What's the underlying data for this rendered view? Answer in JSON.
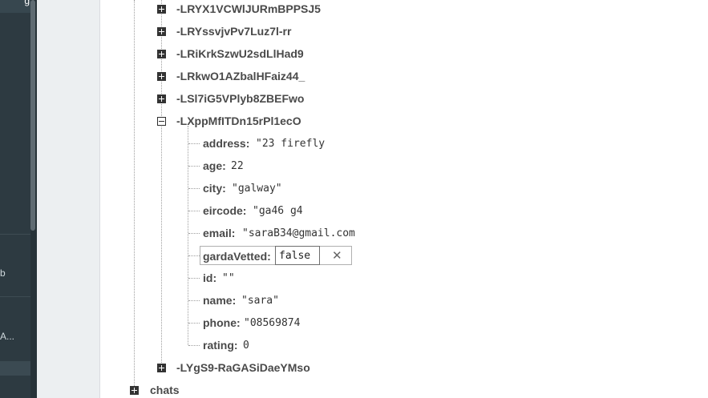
{
  "sidebar": {
    "items": [
      {
        "label": "b"
      },
      {
        "label": "A..."
      }
    ]
  },
  "tree": {
    "siblings_above": [
      "-LRYX1VCWlJURmBPPSJ5",
      "-LRYssvjvPv7Luz7l-rr",
      "-LRiKrkSzwU2sdLlHad9",
      "-LRkwO1AZbalHFaiz44_",
      "-LSl7iG5VPlyb8ZBEFwo"
    ],
    "expanded": {
      "key": "-LXppMfITDn15rPl1ecO",
      "props": [
        {
          "key": "address:",
          "value": "\"23 firefly"
        },
        {
          "key": "age:",
          "value": "22"
        },
        {
          "key": "city:",
          "value": "\"galway\""
        },
        {
          "key": "eircode:",
          "value": "\"ga46 g4"
        },
        {
          "key": "email:",
          "value": "\"saraB34@gmail.com"
        }
      ],
      "editing": {
        "key": "gardaVetted:",
        "value": "false",
        "clear_icon": "close-icon"
      },
      "props_after": [
        {
          "key": "id:",
          "value": "\"\""
        },
        {
          "key": "name:",
          "value": "\"sara\""
        },
        {
          "key": "phone:",
          "value": "\"08569874"
        },
        {
          "key": "rating:",
          "value": "0"
        }
      ]
    },
    "siblings_below": [
      "-LYgS9-RaGASiDaeYMso"
    ],
    "root_next": "chats"
  }
}
